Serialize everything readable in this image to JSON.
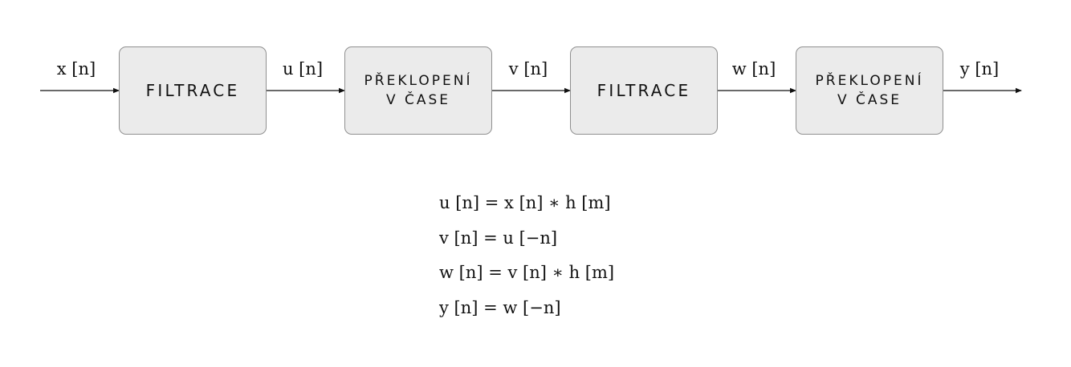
{
  "blocks": [
    {
      "lines": [
        "FILTRACE"
      ]
    },
    {
      "lines": [
        "PŘEKLOPENÍ",
        "V ČASE"
      ]
    },
    {
      "lines": [
        "FILTRACE"
      ]
    },
    {
      "lines": [
        "PŘEKLOPENÍ",
        "V ČASE"
      ]
    }
  ],
  "signals": [
    "x [n]",
    "u [n]",
    "v [n]",
    "w [n]",
    "y [n]"
  ],
  "equations": [
    "u [n] = x [n] ∗ h [m]",
    "v [n] = u [−n]",
    "w [n] = v [n] ∗ h [m]",
    "y [n] = w [−n]"
  ]
}
